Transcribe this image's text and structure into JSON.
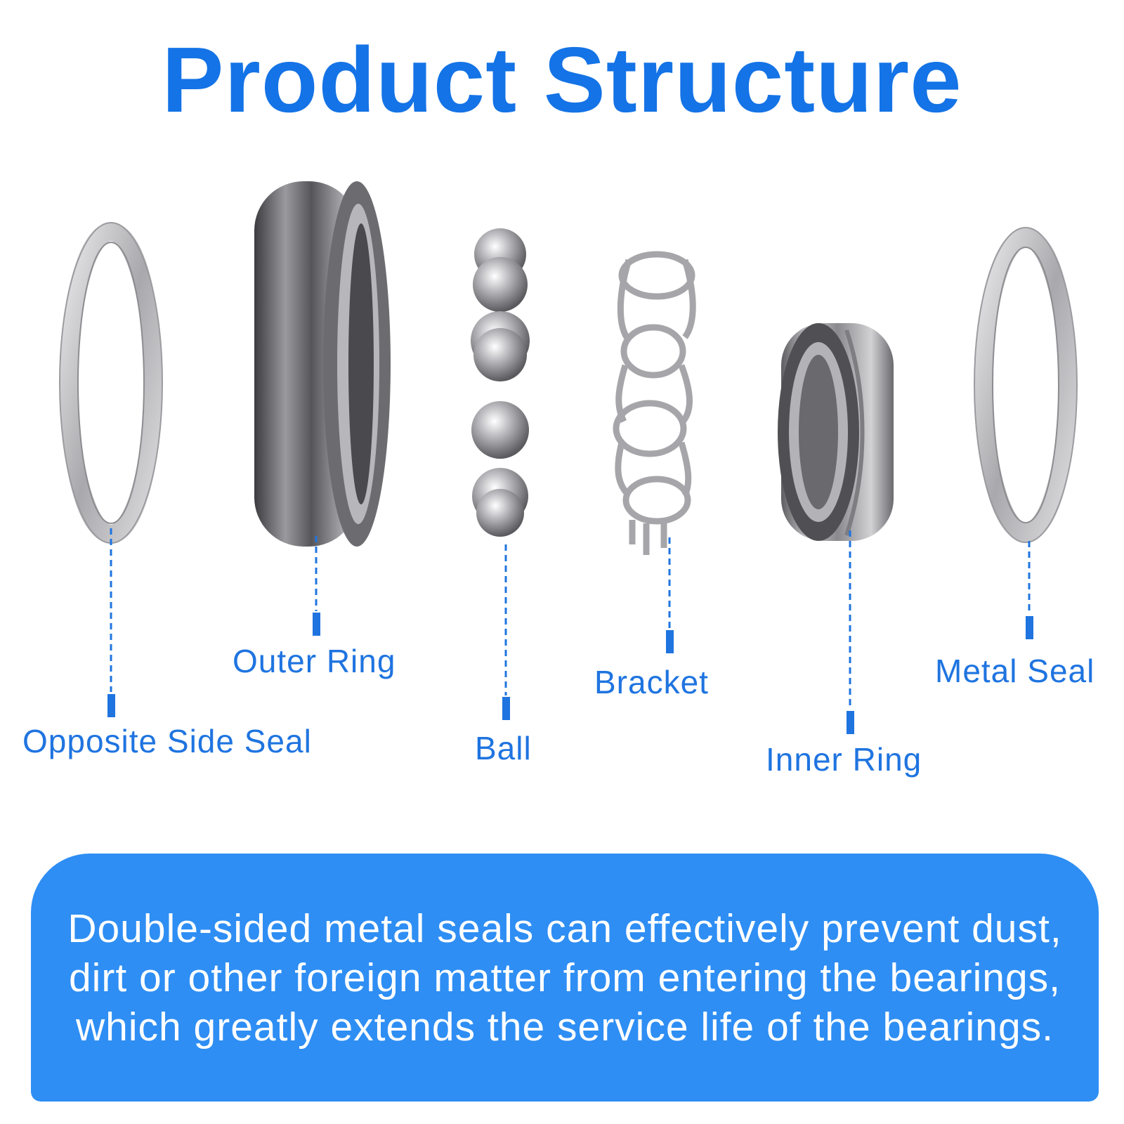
{
  "title": "Product Structure",
  "parts": {
    "opposite_side_seal": "Opposite Side Seal",
    "outer_ring": "Outer Ring",
    "ball": "Ball",
    "bracket": "Bracket",
    "inner_ring": "Inner Ring",
    "metal_seal": "Metal Seal"
  },
  "description": "Double-sided metal seals can effectively prevent dust, dirt or other foreign matter from entering the bearings, which greatly extends the service life of the bearings.",
  "colors": {
    "title": "#1473e6",
    "label": "#1f74e0",
    "leader_line": "#1f74e0",
    "info_box": "#2e8ef4"
  }
}
